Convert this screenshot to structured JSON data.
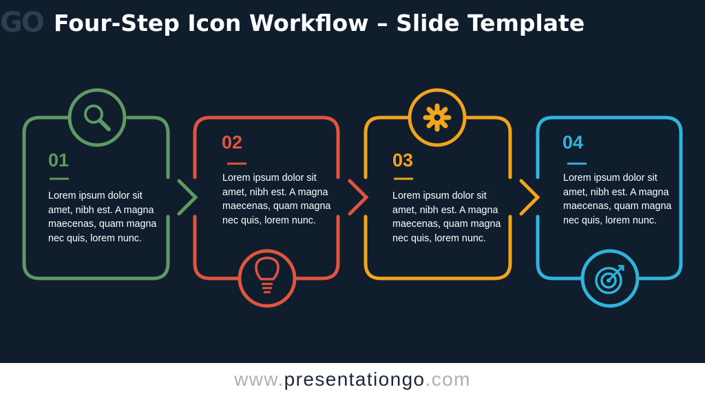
{
  "header": {
    "logo_text": "GO",
    "title": "Four-Step Icon Workflow – Slide Template"
  },
  "steps": [
    {
      "number": "01",
      "text": "Lorem ipsum dolor sit amet, nibh est. A magna maecenas, quam magna nec quis, lorem nunc.",
      "color": "#5e9a62",
      "icon": "magnifier-icon"
    },
    {
      "number": "02",
      "text": "Lorem ipsum dolor sit amet, nibh est. A magna maecenas, quam magna nec quis, lorem nunc.",
      "color": "#e0553f",
      "icon": "lightbulb-icon"
    },
    {
      "number": "03",
      "text": "Lorem ipsum dolor sit amet, nibh est. A magna maecenas, quam magna nec quis, lorem nunc.",
      "color": "#f2a51c",
      "icon": "gear-icon"
    },
    {
      "number": "04",
      "text": "Lorem ipsum dolor sit amet, nibh est. A magna maecenas, quam magna nec quis, lorem nunc.",
      "color": "#2fb4dc",
      "icon": "target-icon"
    }
  ],
  "footer": {
    "prefix": "www.",
    "brand": "presentationgo",
    "suffix": ".com"
  },
  "colors": {
    "background": "#0f1d2d",
    "footer_bg": "#ffffff"
  }
}
